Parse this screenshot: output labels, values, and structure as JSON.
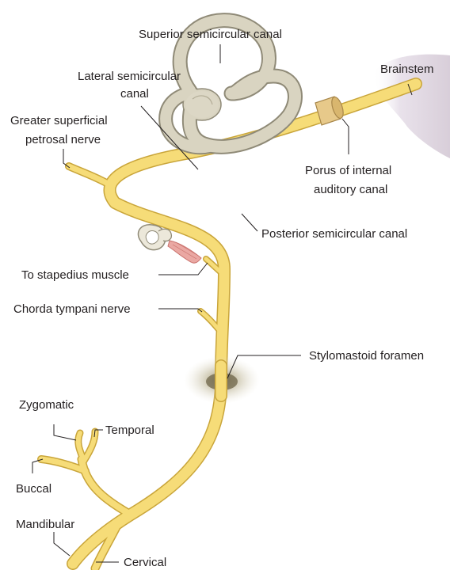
{
  "labels": {
    "superior_canal": "Superior semicircular canal",
    "brainstem": "Brainstem",
    "lateral_canal_line1": "Lateral semicircular",
    "lateral_canal_line2": "canal",
    "gspn_line1": "Greater superficial",
    "gspn_line2": "petrosal nerve",
    "porus_line1": "Porus of internal",
    "porus_line2": "auditory canal",
    "posterior_canal": "Posterior semicircular canal",
    "stapedius": "To stapedius muscle",
    "chorda": "Chorda tympani nerve",
    "stylomastoid": "Stylomastoid foramen",
    "zygomatic": "Zygomatic",
    "temporal": "Temporal",
    "buccal": "Buccal",
    "mandibular": "Mandibular",
    "cervical": "Cervical"
  },
  "colors": {
    "nerve_fill": "#f6dc78",
    "nerve_outline": "#c9a53a",
    "bone": "#d9d4c1",
    "brainstem": "#e4dde6",
    "muscle": "#e6a3a0",
    "text": "#231f20"
  }
}
